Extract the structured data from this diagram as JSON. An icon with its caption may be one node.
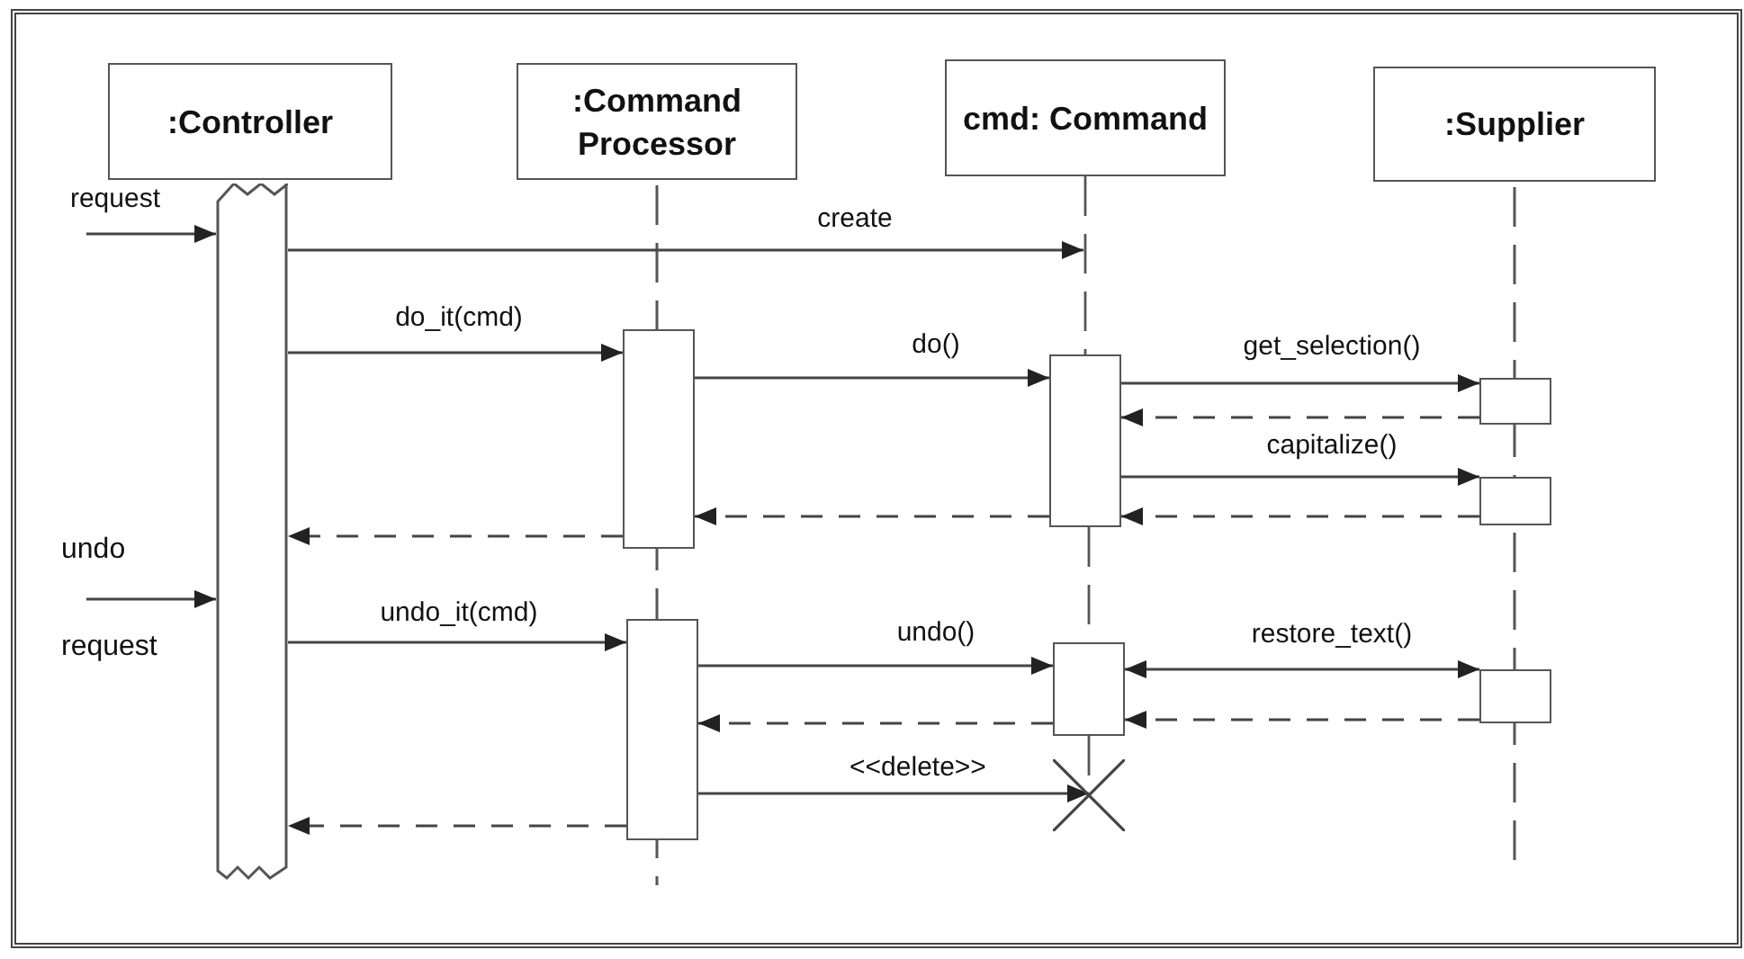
{
  "diagram": {
    "nodes": [
      {
        "text": [
          ":Controller"
        ]
      },
      {
        "text": [
          ":Command Processor"
        ]
      },
      {
        "text": [
          "cmd: Command"
        ]
      },
      {
        "text": [
          ":Supplier"
        ]
      },
      {
        "text": [],
        "shape": "bar"
      },
      {
        "text": [],
        "shape": "bar"
      },
      {
        "text": [],
        "shape": "bar"
      },
      {
        "text": [],
        "shape": "bar"
      },
      {
        "text": [],
        "shape": "bar"
      },
      {
        "text": [],
        "shape": "bar"
      },
      {
        "text": [],
        "shape": "bar"
      },
      {
        "text": [],
        "shape": "bar"
      },
      {
        "text": [],
        "shape": "cross"
      }
    ],
    "edges": [
      {
        "from": null,
        "to": 4,
        "arrow": "to",
        "label": "request"
      },
      {
        "from": 4,
        "to": null,
        "arrow": "to",
        "label": "create"
      },
      {
        "from": 4,
        "to": 5,
        "arrow": "to",
        "label": "do_it(cmd)"
      },
      {
        "from": 5,
        "to": 7,
        "arrow": "to",
        "label": "do()"
      },
      {
        "from": 7,
        "to": 9,
        "arrow": "to",
        "label": "get_selection()"
      },
      {
        "from": 9,
        "to": 7,
        "arrow": "to",
        "style": "dashed"
      },
      {
        "from": 7,
        "to": 10,
        "arrow": "to",
        "label": "capitalize()"
      },
      {
        "from": 10,
        "to": 7,
        "arrow": "to",
        "style": "dashed"
      },
      {
        "from": 7,
        "to": 5,
        "arrow": "to",
        "style": "dashed"
      },
      {
        "from": 5,
        "to": 4,
        "arrow": "to",
        "style": "dashed"
      },
      {
        "from": null,
        "to": 4,
        "arrow": "to",
        "label": "undo request"
      },
      {
        "from": 4,
        "to": 6,
        "arrow": "to",
        "label": "undo_it(cmd)"
      },
      {
        "from": 6,
        "to": 8,
        "arrow": "to",
        "label": "undo()"
      },
      {
        "from": 8,
        "to": 11,
        "arrow": "both",
        "label": "restore_text()"
      },
      {
        "from": 11,
        "to": 8,
        "arrow": "to",
        "style": "dashed"
      },
      {
        "from": 8,
        "to": 6,
        "arrow": "to",
        "style": "dashed"
      },
      {
        "from": 6,
        "to": 12,
        "arrow": "to",
        "label": "<<delete>>"
      },
      {
        "from": 6,
        "to": 4,
        "arrow": "to",
        "style": "dashed"
      },
      {
        "from": 2,
        "to": 7,
        "arrow": "none",
        "style": "dashed"
      },
      {
        "from": 7,
        "to": 8,
        "arrow": "none",
        "style": "dashed"
      },
      {
        "from": 8,
        "to": 12,
        "arrow": "none",
        "style": "dashed"
      }
    ]
  }
}
